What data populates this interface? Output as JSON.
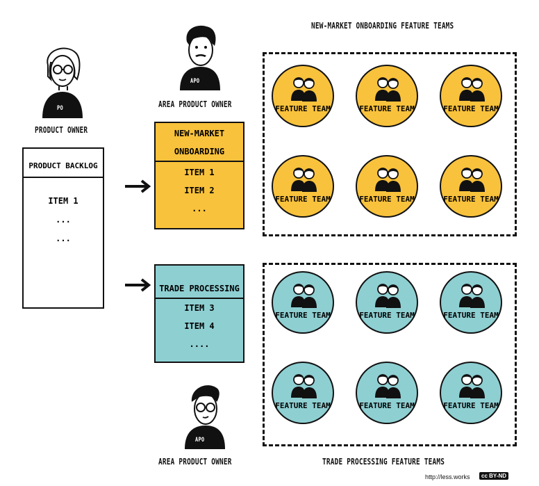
{
  "product_owner": {
    "label": "PRODUCT OWNER",
    "badge": "PO"
  },
  "product_backlog": {
    "title": "PRODUCT BACKLOG",
    "items": [
      "ITEM 1",
      "...",
      "..."
    ]
  },
  "apo_top": {
    "label": "AREA PRODUCT OWNER",
    "badge": "APO"
  },
  "apo_bottom": {
    "label": "AREA PRODUCT OWNER",
    "badge": "APO"
  },
  "area_backlog_1": {
    "title_line1": "NEW-MARKET",
    "title_line2": "ONBOARDING",
    "items": [
      "ITEM 1",
      "ITEM 2",
      "..."
    ],
    "color": "#f9c23c"
  },
  "area_backlog_2": {
    "title": "TRADE PROCESSING",
    "items": [
      "ITEM 3",
      "ITEM 4",
      "...."
    ],
    "color": "#8ecfd2"
  },
  "group_top": {
    "title": "NEW-MARKET ONBOARDING FEATURE TEAMS",
    "team_label": "FEATURE TEAM",
    "team_count": 6,
    "color": "#f9c23c"
  },
  "group_bottom": {
    "title": "TRADE PROCESSING FEATURE TEAMS",
    "team_label": "FEATURE TEAM",
    "team_count": 6,
    "color": "#8ecfd2"
  },
  "credit": {
    "url": "http://less.works",
    "license": "BY-ND",
    "cc": "cc"
  }
}
